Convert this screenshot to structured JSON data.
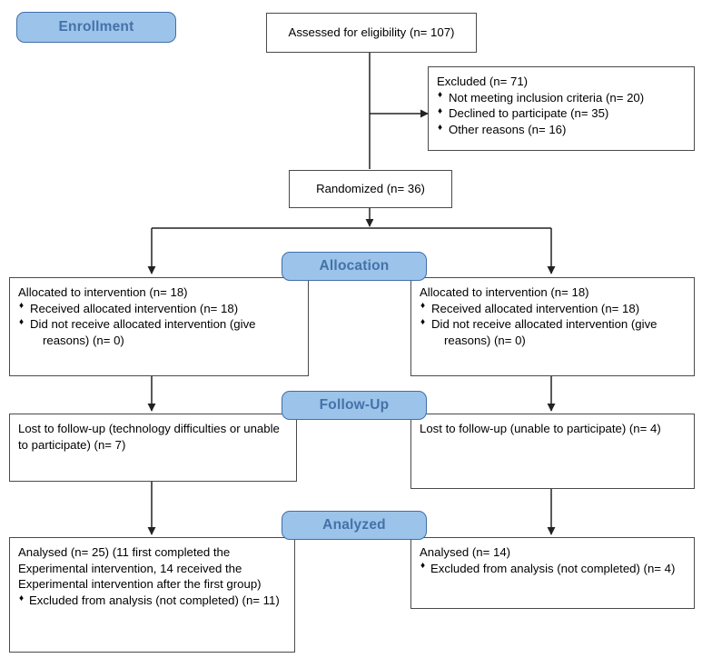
{
  "diagram": {
    "title": "CONSORT Participant Flow Diagram",
    "colors": {
      "stage_fill": "#9cc3ea",
      "stage_border": "#3f6fa8",
      "stage_text": "#4472a8",
      "box_border": "#4a4a4a",
      "box_fill": "#ffffff",
      "text": "#000000",
      "edge": "#222222"
    }
  },
  "stages": {
    "enrollment": "Enrollment",
    "allocation": "Allocation",
    "followup": "Follow-Up",
    "analyzed": "Analyzed"
  },
  "enrollment": {
    "assessed": "Assessed for eligibility (n= 107)",
    "excluded_title": "Excluded (n= 71)",
    "excluded_items": [
      "Not meeting inclusion criteria (n= 20)",
      "Declined to participate (n= 35)",
      "Other reasons (n= 16)"
    ],
    "randomized": "Randomized (n= 36)"
  },
  "allocation": {
    "left": {
      "title": "Allocated to intervention (n= 18)",
      "items": [
        "Received allocated intervention (n= 18)",
        "Did not receive allocated intervention (give reasons) (n= 0)"
      ],
      "item2_line1": "Did not receive allocated intervention (give",
      "item2_line2": "reasons) (n= 0)"
    },
    "right": {
      "title": "Allocated to intervention (n= 18)",
      "items": [
        "Received allocated intervention (n= 18)",
        "Did not receive allocated intervention (give reasons) (n= 0)"
      ],
      "item2_line1": "Did not receive allocated intervention (give",
      "item2_line2": "reasons) (n= 0)"
    }
  },
  "followup": {
    "left": "Lost to follow-up (technology difficulties or unable to participate) (n= 7)",
    "right": "Lost to follow-up (unable to participate) (n= 4)"
  },
  "analysis": {
    "left": {
      "title": "Analysed (n= 25) (11 first completed the Experimental intervention, 14 received the Experimental intervention after the first group)",
      "item": "Excluded from analysis (not completed) (n= 11)"
    },
    "right": {
      "title": "Analysed (n= 14)",
      "item": "Excluded from analysis (not completed) (n= 4)"
    }
  }
}
